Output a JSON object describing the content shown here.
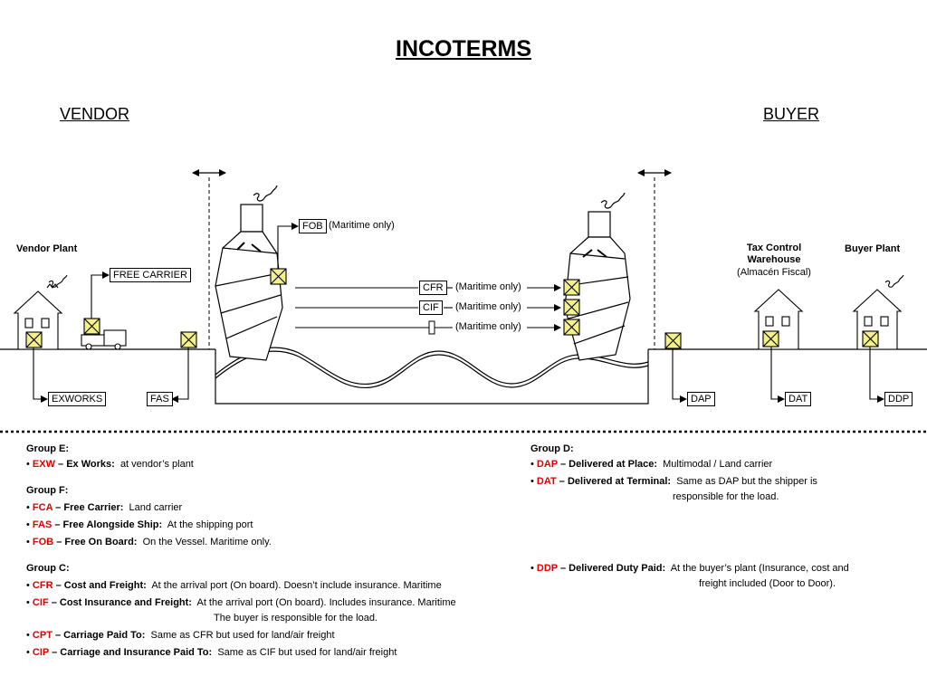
{
  "title": "INCOTERMS",
  "vendor_label": "VENDOR",
  "buyer_label": "BUYER",
  "places": {
    "vendor_plant": "Vendor Plant",
    "tax_control_line1": "Tax Control",
    "tax_control_line2": "Warehouse",
    "tax_control_line3": "(Almacén Fiscal)",
    "buyer_plant": "Buyer Plant"
  },
  "boxes": {
    "fob": "FOB",
    "free_carrier": "FREE CARRIER",
    "cfr": "CFR",
    "cif": "CIF",
    "exworks": "EXWORKS",
    "fas": "FAS",
    "dap": "DAP",
    "dat": "DAT",
    "ddp": "DDP"
  },
  "maritime_only": "(Maritime only)",
  "legend": {
    "group_e": {
      "heading": "Group E:",
      "items": [
        {
          "code": "EXW",
          "name": " – Ex Works:",
          "desc": "at vendor’s plant"
        }
      ]
    },
    "group_f": {
      "heading": "Group F:",
      "items": [
        {
          "code": "FCA",
          "name": " – Free Carrier:",
          "desc": "Land carrier"
        },
        {
          "code": "FAS",
          "name": " – Free Alongside Ship:",
          "desc": "At the shipping port"
        },
        {
          "code": "FOB",
          "name": " – Free On Board:",
          "desc": "On the Vessel. Maritime only."
        }
      ]
    },
    "group_c": {
      "heading": "Group C:",
      "items": [
        {
          "code": "CFR",
          "name": " – Cost and Freight:",
          "desc": "At the arrival port (On board). Doesn’t include insurance. Maritime"
        },
        {
          "code": "CIF",
          "name": " – Cost Insurance and Freight:",
          "desc": "At the arrival port (On board). Includes insurance. Maritime",
          "desc2": "The buyer is responsible for the load."
        },
        {
          "code": "CPT",
          "name": " – Carriage Paid To:",
          "desc": "Same as CFR but used for land/air freight"
        },
        {
          "code": "CIP",
          "name": " – Carriage and Insurance Paid To:",
          "desc": "Same as CIF but used for land/air freight"
        }
      ]
    },
    "group_d": {
      "heading": "Group D:",
      "items": [
        {
          "code": "DAP",
          "name": " – Delivered at Place:",
          "desc": "Multimodal / Land carrier"
        },
        {
          "code": "DAT",
          "name": " – Delivered at Terminal:",
          "desc": "Same as DAP but the shipper is",
          "desc2": "responsible for the load."
        },
        {
          "code": "DDP",
          "name": " – Delivered Duty Paid:",
          "desc": "At the buyer’s plant (Insurance, cost and",
          "desc2": "freight included (Door to Door)."
        }
      ]
    }
  },
  "colors": {
    "term_code": "#e00000",
    "cargo_box": "#f4f08a"
  }
}
